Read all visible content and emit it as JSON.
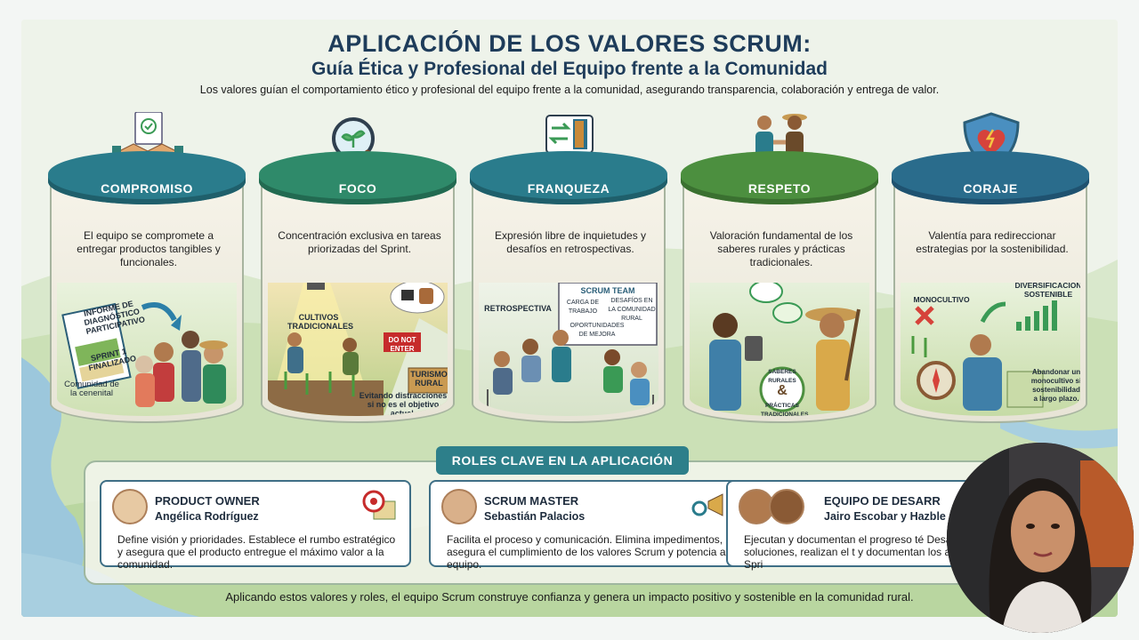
{
  "title": "APLICACIÓN DE LOS VALORES SCRUM:",
  "subtitle": "Guía Ética y Profesional del Equipo frente a la Comunidad",
  "intro": "Los valores guían el comportamiento ético y profesional del equipo frente a la comunidad, asegurando transparencia, colaboración y entrega de valor.",
  "values": [
    {
      "name": "COMPROMISO",
      "desc": "El equipo se compromete a entregar productos tangibles y funcionales.",
      "labels": [
        "INFORME DE DIAGNÓSTICO PARTICIPATIVO",
        "SPRINT 1 FINALIZADO",
        "Comunidad de la cenenital"
      ],
      "color": "#2a7c8c"
    },
    {
      "name": "FOCO",
      "desc": "Concentración exclusiva en tareas priorizadas del Sprint.",
      "labels": [
        "CULTIVOS TRADICIONALES",
        "DO NOT ENTER",
        "TURISMO RURAL",
        "Evitando distracciones si no es el objetivo actual."
      ],
      "color": "#2f8a6a"
    },
    {
      "name": "FRANQUEZA",
      "desc": "Expresión libre de inquietudes y desafíos en retrospectivas.",
      "labels": [
        "RETROSPECTIVA",
        "SCRUM TEAM",
        "CARGA DE TRABAJO",
        "DESAFÍOS EN LA COMUNIDAD RURAL",
        "OPORTUNIDADES DE MEJORA"
      ],
      "color": "#2a7c8c"
    },
    {
      "name": "RESPETO",
      "desc": "Valoración fundamental de los saberes rurales y prácticas tradicionales.",
      "labels": [
        "SABERES RURALES",
        "PRÁCTICAS TRADICIONALES"
      ],
      "color": "#4c8f3f"
    },
    {
      "name": "CORAJE",
      "desc": "Valentía para redireccionar estrategias por la sostenibilidad.",
      "labels": [
        "MONOCULTIVO",
        "DIVERSIFICACIÓN SOSTENIBLE",
        "Abandonar un monocultivo si sostenibilidad a largo plazo."
      ],
      "color": "#2a6c8c"
    }
  ],
  "roles_title": "ROLES CLAVE EN LA APLICACIÓN",
  "roles": [
    {
      "role": "PRODUCT OWNER",
      "person": "Angélica Rodríguez",
      "text": "Define visión y prioridades. Establece el rumbo estratégico y asegura que el producto entregue el máximo valor a la comunidad."
    },
    {
      "role": "SCRUM MASTER",
      "person": "Sebastián Palacios",
      "text": "Facilita el proceso y comunicación. Elimina impedimentos, asegura el cumplimiento de los valores Scrum y potencia al equipo."
    },
    {
      "role": "EQUIPO DE DESARR",
      "person": "Jairo Escobar y Hazble",
      "text": "Ejecutan y documentan el progreso té Desarrollan las soluciones, realizan el t y documentan los avances en cada Spri"
    }
  ],
  "footer": "Aplicando estos valores y roles, el equipo Scrum construye confianza y genera un impacto positivo y sostenible en la comunidad rural.",
  "icons": [
    "handshake-icon",
    "magnifier-plant-icon",
    "door-arrows-icon",
    "farmers-handshake-icon",
    "shield-heart-icon",
    "target-map-icon",
    "megaphone-gears-icon"
  ]
}
